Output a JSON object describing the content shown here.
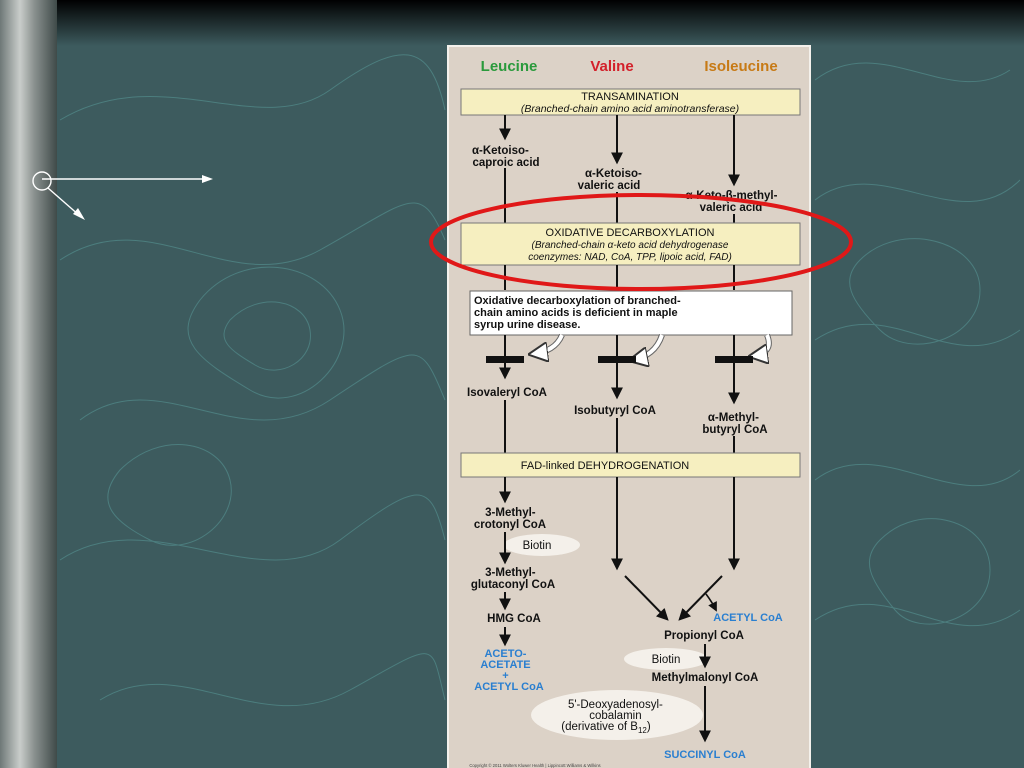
{
  "amino_acids": {
    "leucine": "Leucine",
    "valine": "Valine",
    "isoleucine": "Isoleucine"
  },
  "steps": {
    "transamination": {
      "title": "TRANSAMINATION",
      "enzyme": "(Branched-chain amino acid aminotransferase)"
    },
    "oxidative_decarboxylation": {
      "title": "OXIDATIVE DECARBOXYLATION",
      "line1": "(Branched-chain α-keto acid dehydrogenase",
      "line2": "coenzymes: NAD, CoA, TPP, lipoic acid, FAD)"
    },
    "fad_dehydrogenation": {
      "title": "FAD-linked DEHYDROGENATION"
    }
  },
  "callout": {
    "line1": "Oxidative decarboxylation of branched-",
    "line2": "chain amino acids is deficient in maple",
    "line3": "syrup urine disease."
  },
  "intermediates": {
    "leu_keto_1": "α-Ketoiso-",
    "leu_keto_2": "caproic acid",
    "val_keto_1": "α-Ketoiso-",
    "val_keto_2": "valeric acid",
    "ile_keto_1": "α-Keto-β-methyl-",
    "ile_keto_2": "valeric acid",
    "isovaleryl": "Isovaleryl CoA",
    "isobutyryl": "Isobutyryl CoA",
    "methylbutyryl_1": "α-Methyl-",
    "methylbutyryl_2": "butyryl CoA",
    "methylcrotonyl_1": "3-Methyl-",
    "methylcrotonyl_2": "crotonyl CoA",
    "biotin_1": "Biotin",
    "methylglutaconyl_1": "3-Methyl-",
    "methylglutaconyl_2": "glutaconyl CoA",
    "hmg": "HMG CoA",
    "propionyl": "Propionyl CoA",
    "biotin_2": "Biotin",
    "methylmalonyl": "Methylmalonyl CoA",
    "deoxyadenosyl_1": "5'-Deoxyadenosyl-",
    "deoxyadenosyl_2": "cobalamin",
    "deoxyadenosyl_3": "(derivative of B",
    "deoxyadenosyl_sub": "12",
    "deoxyadenosyl_close": ")"
  },
  "products": {
    "acetoacetate_1": "ACETO-",
    "acetoacetate_2": "ACETATE",
    "plus": "+",
    "acetyl_leu": "ACETYL CoA",
    "acetyl_ile": "ACETYL CoA",
    "succinyl": "SUCCINYL CoA"
  },
  "copyright": "Copyright © 2011 Wolters Kluwer Health | Lippincott Williams & Wilkins",
  "colors": {
    "slide_bg": "#3d5b5e",
    "panel_bg": "#dcd2c7",
    "leucine": "#2a9a3c",
    "valine": "#d3202a",
    "isoleucine": "#c77a15",
    "step_box": "#f6efc0",
    "product_blue": "#2a7fd0",
    "highlight_ring": "#e01818",
    "contour": "#5fa8a6"
  }
}
